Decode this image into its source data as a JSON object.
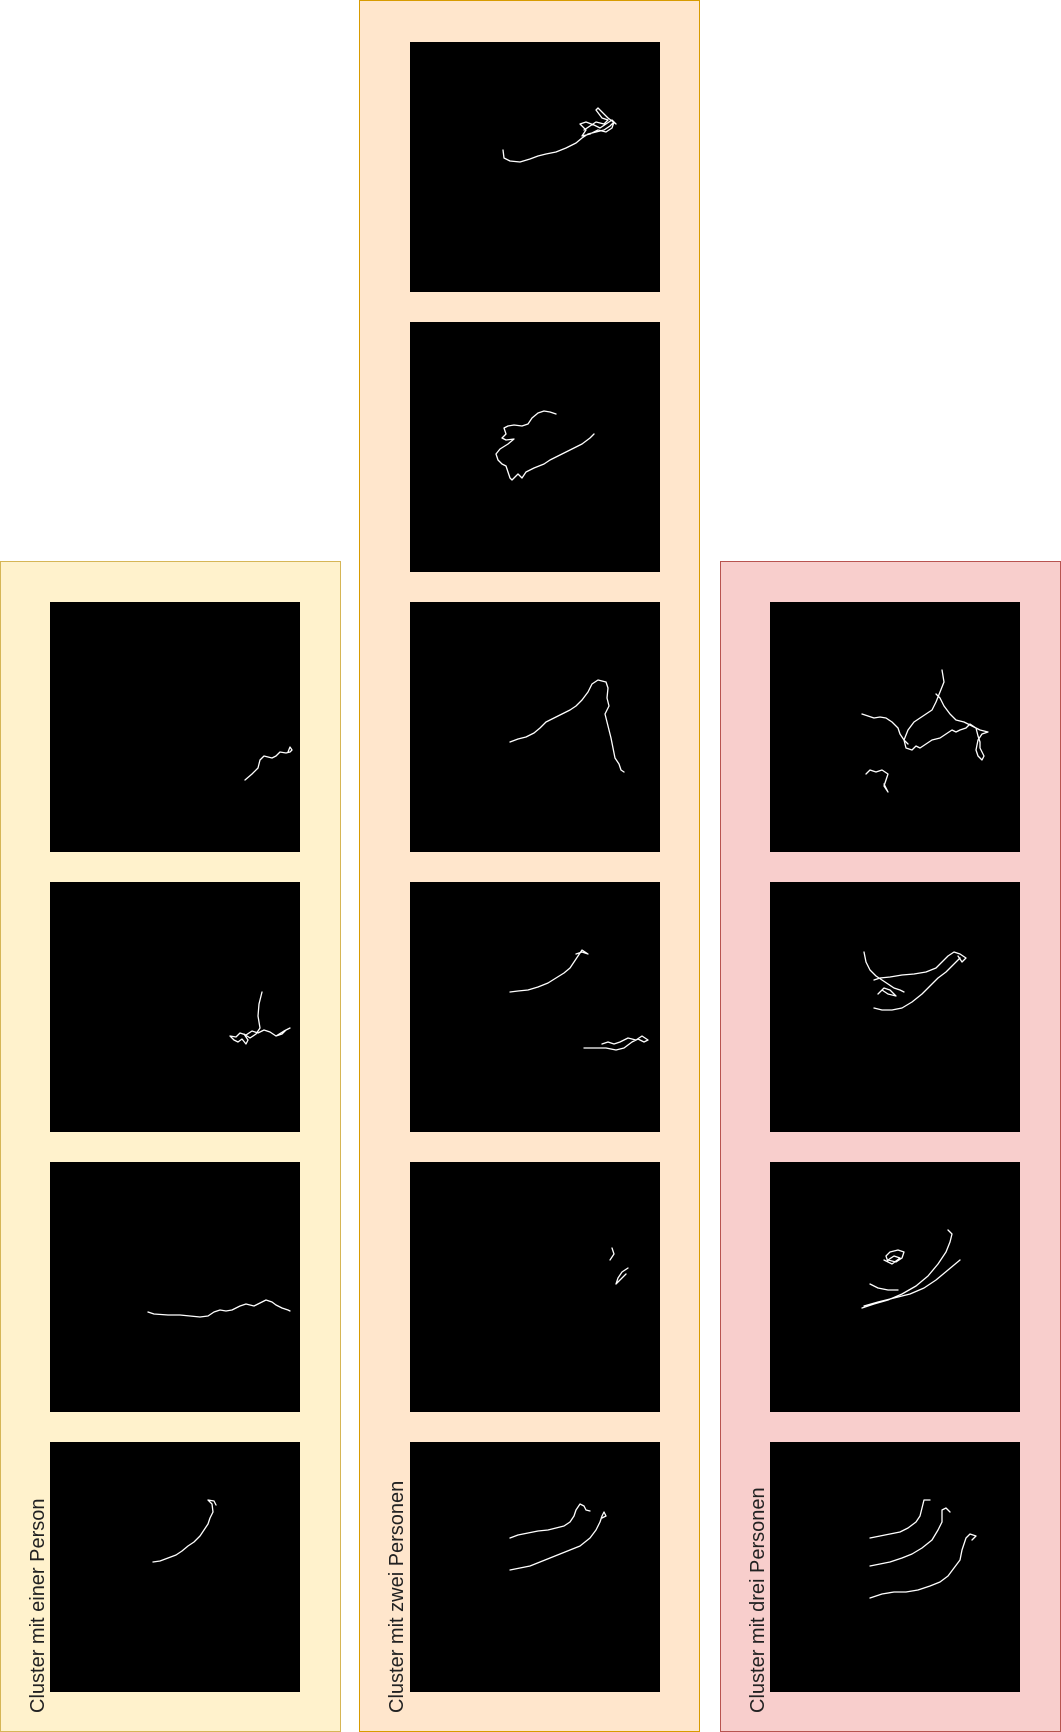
{
  "colors": {
    "cluster_one_bg": "#fff2cc",
    "cluster_one_border": "#d6b656",
    "cluster_two_bg": "#ffe6cc",
    "cluster_two_border": "#d79b00",
    "cluster_three_bg": "#f8cecc",
    "cluster_three_border": "#b85450",
    "image_bg": "#000000",
    "trajectory": "#ffffff"
  },
  "clusters": [
    {
      "label": "Cluster mit einer Person",
      "image_count": 4
    },
    {
      "label": "Cluster mit zwei Personen",
      "image_count": 6
    },
    {
      "label": "Cluster mit drei Personen",
      "image_count": 4
    }
  ]
}
